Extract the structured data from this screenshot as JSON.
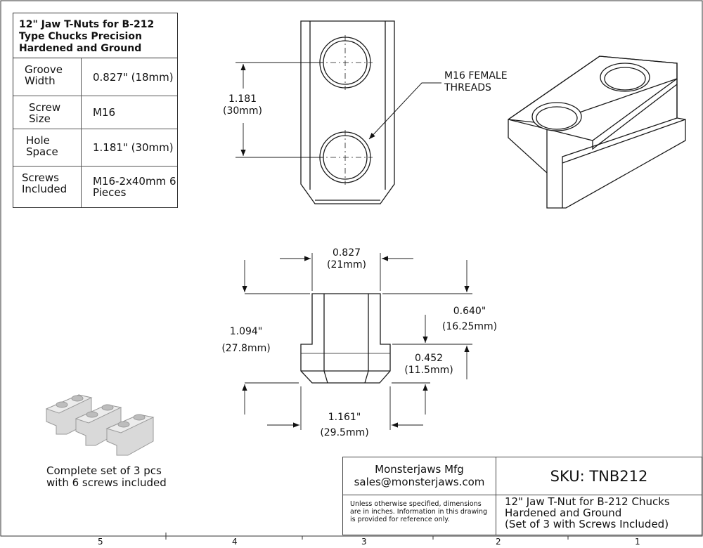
{
  "spec_table": {
    "title": "12\" Jaw T-Nuts for B-212 Type Chucks Precision Hardened and Ground",
    "rows": [
      {
        "label": "Groove Width",
        "value": "0.827\" (18mm)"
      },
      {
        "label": "Screw Size",
        "value": "M16"
      },
      {
        "label": "Hole Space",
        "value": "1.181\" (30mm)"
      },
      {
        "label": "Screws Included",
        "value": "M16-2x40mm 6 Pieces"
      }
    ]
  },
  "top_view": {
    "dim_hole_space": {
      "line1": "1.181",
      "line2": "(30mm)"
    },
    "callout": {
      "line1": "M16 FEMALE",
      "line2": "THREADS"
    }
  },
  "front_view": {
    "dim_top_width": {
      "line1": "0.827",
      "line2": "(21mm)"
    },
    "dim_height": {
      "line1": "1.094\"",
      "line2": "(27.8mm)"
    },
    "dim_upper": {
      "line1": "0.640\"",
      "line2": "(16.25mm)"
    },
    "dim_lower": {
      "line1": "0.452",
      "line2": "(11.5mm)"
    },
    "dim_bottom_width": {
      "line1": "1.161\"",
      "line2": "(29.5mm)"
    }
  },
  "set_caption": {
    "line1": "Complete set of 3 pcs",
    "line2": "with 6 screws included"
  },
  "title_block": {
    "company": "Monsterjaws Mfg",
    "email": "sales@monsterjaws.com",
    "sku": "SKU:  TNB212",
    "note": "Unless otherwise specified, dimensions are in inches.  Information in this drawing is provided for reference only.",
    "desc_line1": "12\" Jaw T-Nut for B-212 Chucks",
    "desc_line2": "Hardened and Ground",
    "desc_line3": "(Set of 3 with Screws Included)"
  },
  "zones": [
    "5",
    "4",
    "3",
    "2",
    "1"
  ],
  "colors": {
    "line": "#1a1a1a",
    "part_shade": "#d9d9d9"
  }
}
